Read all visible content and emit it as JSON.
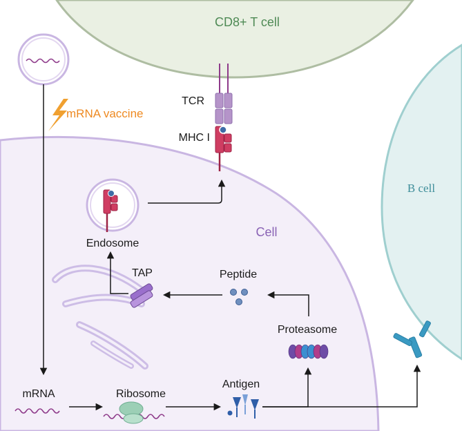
{
  "labels": {
    "t_cell": "CD8+ T cell",
    "b_cell": "B cell",
    "cell": "Cell",
    "tcr": "TCR",
    "mhc": "MHC I",
    "vaccine": "mRNA vaccine",
    "endosome": "Endosome",
    "tap": "TAP",
    "peptide": "Peptide",
    "proteasome": "Proteasome",
    "mrna": "mRNA",
    "ribosome": "Ribosome",
    "antigen": "Antigen"
  },
  "colors": {
    "t_cell_fill": "#eaf0e3",
    "t_cell_stroke": "#aebda2",
    "b_cell_fill": "#e3f1f1",
    "b_cell_stroke": "#9fcfcf",
    "cell_fill": "#f4eff9",
    "cell_stroke": "#c9b6e2",
    "tcr": "#b594c9",
    "mhc": "#cf3d62",
    "vaccine": "#f0a030",
    "er": "#cdbde6",
    "ribosome": "#9ccfb6",
    "antigen": "#2f5ea8",
    "antibody": "#3a9ac2"
  }
}
